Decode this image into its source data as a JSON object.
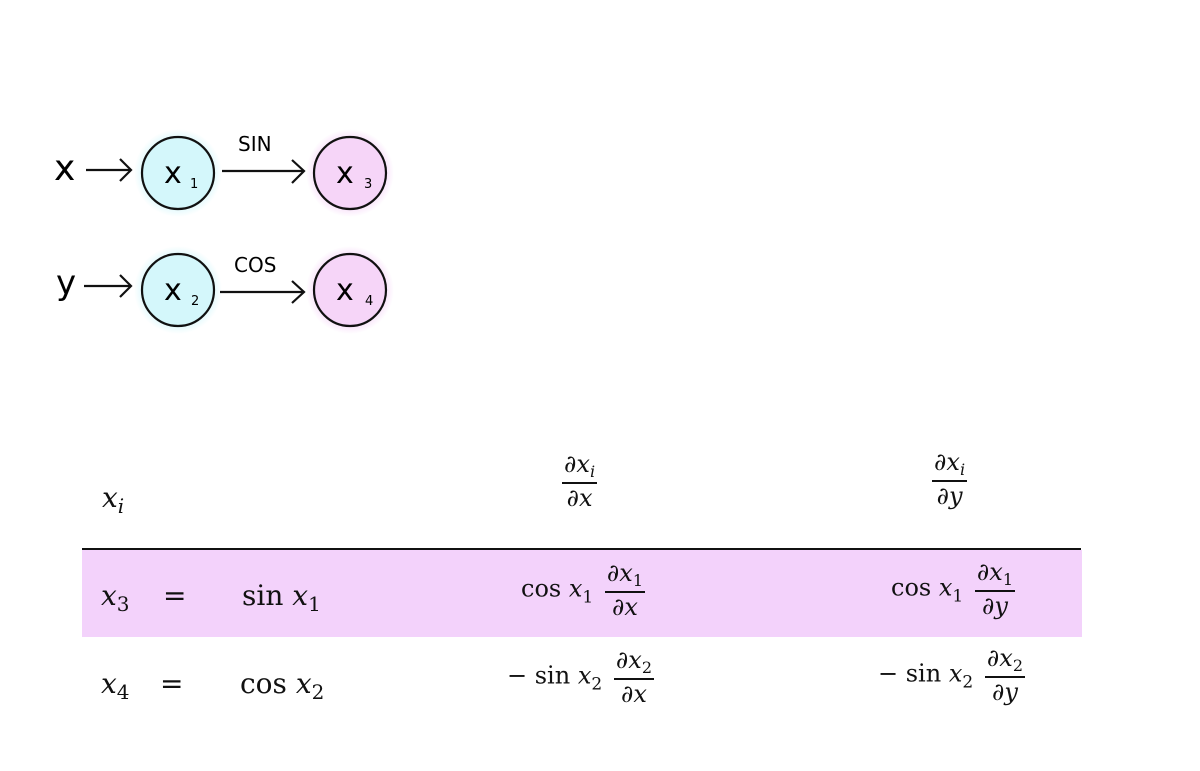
{
  "colors": {
    "input_node_fill": "#d4f7fb",
    "output_node_fill": "#f6d5f8",
    "highlight_row": "#f3d2fb",
    "ink": "#111111"
  },
  "diagram": {
    "input_x": "x",
    "input_y": "y",
    "nodes": {
      "x1": {
        "base": "x",
        "sub": "1"
      },
      "x2": {
        "base": "x",
        "sub": "2"
      },
      "x3": {
        "base": "x",
        "sub": "3"
      },
      "x4": {
        "base": "x",
        "sub": "4"
      }
    },
    "edge_sin": "SIN",
    "edge_cos": "COS"
  },
  "table": {
    "header": {
      "col1": {
        "base": "x",
        "sub": "i"
      },
      "col2": {
        "num_d": "∂",
        "num_base": "x",
        "num_sub": "i",
        "den": "∂x"
      },
      "col3": {
        "num_d": "∂",
        "num_base": "x",
        "num_sub": "i",
        "den": "∂y"
      }
    },
    "rows": [
      {
        "lhs_base": "x",
        "lhs_sub": "3",
        "eq": "=",
        "rhs_fn": "sin",
        "rhs_base": "x",
        "rhs_sub": "1",
        "dx_prefix": "cos",
        "dx_base": "x",
        "dx_sub": "1",
        "dx_num_d": "∂",
        "dx_num_base": "x",
        "dx_num_sub": "1",
        "dx_den": "∂x",
        "dy_prefix": "cos",
        "dy_base": "x",
        "dy_sub": "1",
        "dy_num_d": "∂",
        "dy_num_base": "x",
        "dy_num_sub": "1",
        "dy_den": "∂y",
        "highlighted": true
      },
      {
        "lhs_base": "x",
        "lhs_sub": "4",
        "eq": "=",
        "rhs_fn": "cos",
        "rhs_base": "x",
        "rhs_sub": "2",
        "dx_prefix": "− sin",
        "dx_base": "x",
        "dx_sub": "2",
        "dx_num_d": "∂",
        "dx_num_base": "x",
        "dx_num_sub": "2",
        "dx_den": "∂x",
        "dy_prefix": "− sin",
        "dy_base": "x",
        "dy_sub": "2",
        "dy_num_d": "∂",
        "dy_num_base": "x",
        "dy_num_sub": "2",
        "dy_den": "∂y",
        "highlighted": false
      }
    ]
  }
}
